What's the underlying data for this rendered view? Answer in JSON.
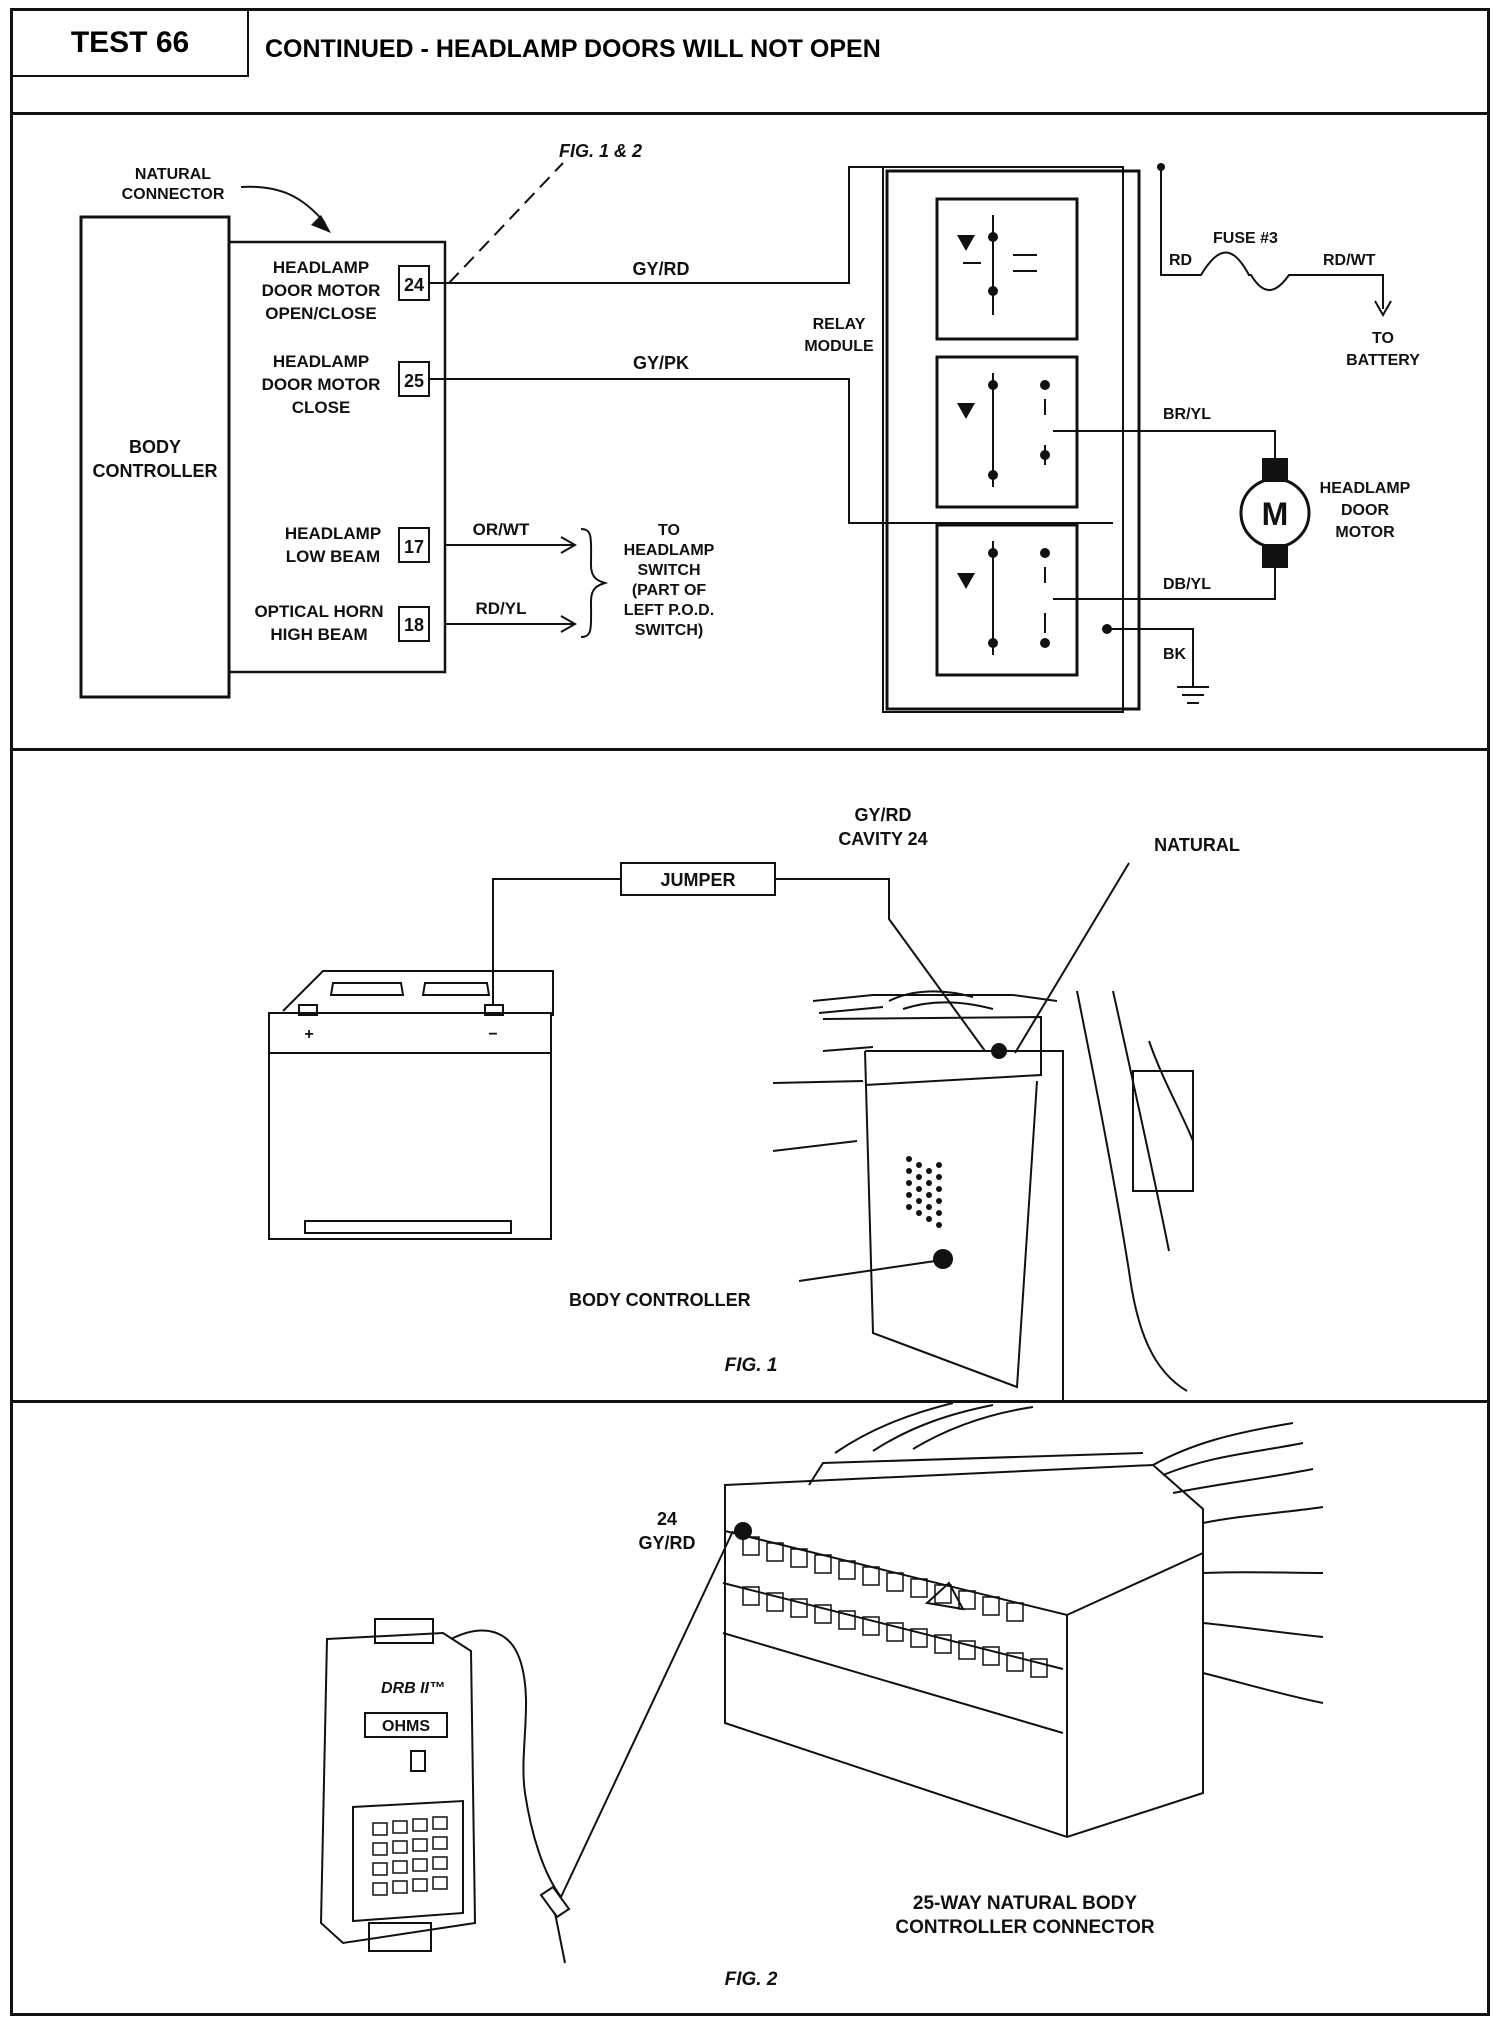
{
  "header": {
    "test_label": "TEST 66",
    "title": "CONTINUED - HEADLAMP DOORS WILL NOT OPEN"
  },
  "schematic": {
    "natural_connector": [
      "NATURAL",
      "CONNECTOR"
    ],
    "fig_ref": "FIG. 1 & 2",
    "body_controller": [
      "BODY",
      "CONTROLLER"
    ],
    "pins": [
      {
        "num": "24",
        "label": [
          "HEADLAMP",
          "DOOR MOTOR",
          "OPEN/CLOSE"
        ],
        "wire": "GY/RD"
      },
      {
        "num": "25",
        "label": [
          "HEADLAMP",
          "DOOR MOTOR",
          "CLOSE"
        ],
        "wire": "GY/PK"
      },
      {
        "num": "17",
        "label": [
          "HEADLAMP",
          "LOW BEAM"
        ],
        "wire": "OR/WT"
      },
      {
        "num": "18",
        "label": [
          "OPTICAL HORN",
          "HIGH BEAM"
        ],
        "wire": "RD/YL"
      }
    ],
    "to_switch": [
      "TO",
      "HEADLAMP",
      "SWITCH",
      "(PART OF",
      "LEFT P.O.D.",
      "SWITCH)"
    ],
    "relay_module": [
      "RELAY",
      "MODULE"
    ],
    "wire_rd": "RD",
    "fuse": "FUSE #3",
    "wire_rdwt": "RD/WT",
    "to_battery": [
      "TO",
      "BATTERY"
    ],
    "wire_bryl": "BR/YL",
    "wire_dbyl": "DB/YL",
    "wire_bk": "BK",
    "motor_symbol": "M",
    "motor_label": [
      "HEADLAMP",
      "DOOR",
      "MOTOR"
    ]
  },
  "fig1": {
    "jumper": "JUMPER",
    "gyrd_cavity": [
      "GY/RD",
      "CAVITY 24"
    ],
    "natural": "NATURAL",
    "battery_plus": "+",
    "battery_minus": "−",
    "body_controller": "BODY CONTROLLER",
    "caption": "FIG. 1"
  },
  "fig2": {
    "pin_label": [
      "24",
      "GY/RD"
    ],
    "tester_brand": "DRB II™",
    "tester_mode": "OHMS",
    "connector_label": [
      "25-WAY NATURAL BODY",
      "CONTROLLER CONNECTOR"
    ],
    "caption": "FIG. 2"
  }
}
